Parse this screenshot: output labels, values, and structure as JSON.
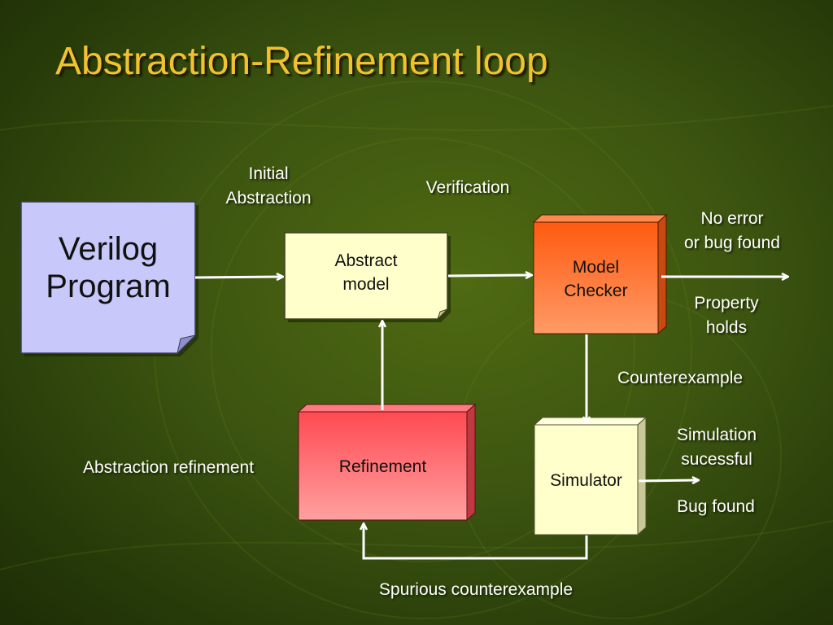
{
  "title": "Abstraction-Refinement loop",
  "boxes": {
    "verilog": {
      "label": "Verilog Program",
      "line1": "Verilog",
      "line2": "Program"
    },
    "abstract_model": {
      "line1": "Abstract",
      "line2": "model"
    },
    "model_checker": {
      "line1": "Model",
      "line2": "Checker"
    },
    "refinement": {
      "label": "Refinement"
    },
    "simulator": {
      "label": "Simulator"
    }
  },
  "labels": {
    "initial_abstraction": {
      "line1": "Initial",
      "line2": "Abstraction"
    },
    "verification": "Verification",
    "no_error": {
      "line1": "No error",
      "line2": "or bug found"
    },
    "property_holds": {
      "line1": "Property",
      "line2": "holds"
    },
    "counterexample": "Counterexample",
    "simulation_successful": {
      "line1": "Simulation",
      "line2": "sucessful"
    },
    "bug_found": "Bug found",
    "abstraction_refinement": "Abstraction refinement",
    "spurious_counterexample": "Spurious counterexample"
  },
  "colors": {
    "background": "#3c5410",
    "title": "#f2c12e",
    "verilog_fill": "#c8c8fa",
    "abstract_fill": "#ffffcc",
    "model_checker_fill": "#ff6a21",
    "refinement_fill": "#ff6f73",
    "simulator_fill": "#ffffcc",
    "arrow": "#ffffff"
  }
}
